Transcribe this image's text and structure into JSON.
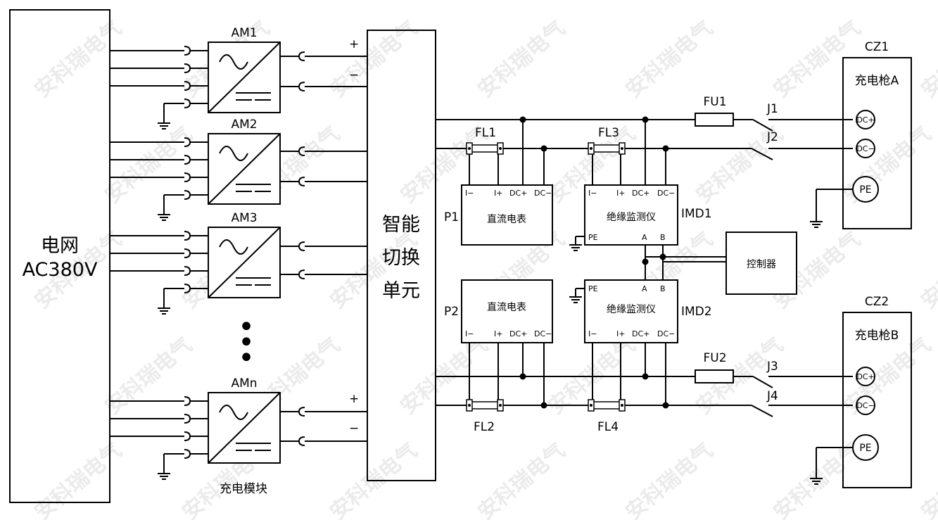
{
  "grid": {
    "line1": "电网",
    "line2": "AC380V"
  },
  "modules": [
    {
      "label": "AM1"
    },
    {
      "label": "AM2"
    },
    {
      "label": "AM3"
    },
    {
      "label": "AMn"
    }
  ],
  "modules_caption": "充电模块",
  "polarity": {
    "plus": "+",
    "minus": "−"
  },
  "switch_unit": [
    "智能",
    "切换",
    "单元"
  ],
  "filters": [
    "FL1",
    "FL2",
    "FL3",
    "FL4"
  ],
  "meters": {
    "p1": {
      "name": "P1",
      "title": "直流电表"
    },
    "p2": {
      "name": "P2",
      "title": "直流电表"
    },
    "pins": [
      "I−",
      "I+",
      "DC+",
      "DC−"
    ]
  },
  "imd": {
    "imd1": {
      "name": "IMD1",
      "title": "绝缘监测仪"
    },
    "imd2": {
      "name": "IMD2",
      "title": "绝缘监测仪"
    },
    "pins": [
      "I−",
      "I+",
      "DC+",
      "DC−"
    ],
    "pe": "PE",
    "a": "A",
    "b": "B"
  },
  "controller": "控制器",
  "fuses": [
    "FU1",
    "FU2"
  ],
  "contactors": [
    "J1",
    "J2",
    "J3",
    "J4"
  ],
  "guns": [
    {
      "id": "CZ1",
      "title": "充电枪A"
    },
    {
      "id": "CZ2",
      "title": "充电枪B"
    }
  ],
  "terminals": {
    "dcp": "DC+",
    "dcm": "DC−",
    "pe": "PE"
  },
  "watermark": "安科瑞电气"
}
